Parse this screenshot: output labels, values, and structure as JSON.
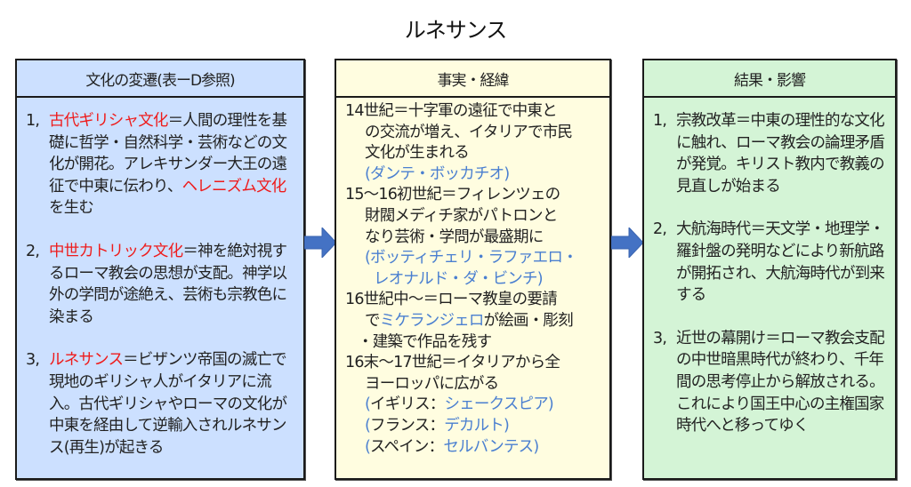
{
  "title": "ルネサンス",
  "colors": {
    "culture_bg": "#cce0ff",
    "facts_bg": "#fffde0",
    "results_bg": "#d4f4d6",
    "highlight_red": "#ee1c1c",
    "highlight_blue": "#4a7fd0",
    "arrow": "#4472c4"
  },
  "culture": {
    "header": "文化の変遷(表ーD参照)",
    "items": [
      {
        "num": "1,",
        "highlight": "古代ギリシャ文化",
        "text1": "＝人間の理性を基礎に哲学・自然科学・芸術などの文化が開花。アレキサンダー大王の遠征で中東に伝わり、",
        "highlight2": "ヘレニズム文化",
        "text2": "を生む"
      },
      {
        "num": "2,",
        "highlight": "中世カトリック文化",
        "text1": "＝神を絶対視するローマ教会の思想が支配。神学以外の学問が途絶え、芸術も宗教色に染まる"
      },
      {
        "num": "3,",
        "highlight": "ルネサンス",
        "text1": "＝ビザンツ帝国の滅亡で現地のギリシャ人がイタリアに流入。古代ギリシャやローマの文化が中東を経由して逆輸入されルネサンス(再生)が起きる"
      }
    ]
  },
  "facts": {
    "header": "事実・経緯",
    "entries": [
      {
        "lead": "14世紀＝十字軍の遠征で中東と",
        "lines": [
          "の交流が増え、イタリアで市民",
          "文化が生まれる"
        ],
        "blue_lines": [
          "(ダンテ・ボッカチオ)"
        ]
      },
      {
        "lead": "15〜16初世紀＝フィレンツェの",
        "lines": [
          "財閥メディチ家がパトロンと",
          "なり芸術・学問が最盛期に"
        ],
        "blue_lines": [
          "(ボッティチェリ・ラファエロ・",
          "レオナルド・ダ・ビンチ)"
        ]
      },
      {
        "lead": "16世紀中〜＝ローマ教皇の要請",
        "line_pre": "で",
        "line_blue": "ミケランジェロ",
        "line_post": "が絵画・彫刻",
        "lines": [
          "・建築で作品を残す"
        ]
      },
      {
        "lead": "16末〜17世紀＝イタリアから全",
        "lines": [
          "ヨーロッパに広がる"
        ],
        "countries": [
          {
            "country": "イギリス：",
            "person": "シェークスピア"
          },
          {
            "country": "フランス：",
            "person": "デカルト"
          },
          {
            "country": "スペイン：",
            "person": "セルバンテス"
          }
        ]
      }
    ]
  },
  "results": {
    "header": "結果・影響",
    "items": [
      {
        "num": "1,",
        "text": "宗教改革＝中東の理性的な文化に触れ、ローマ教会の論理矛盾が発覚。キリスト教内で教義の見直しが始まる"
      },
      {
        "num": "2,",
        "text": "大航海時代＝天文学・地理学・羅針盤の発明などにより新航路が開拓され、大航海時代が到来する"
      },
      {
        "num": "3,",
        "text": "近世の幕開け＝ローマ教会支配の中世暗黒時代が終わり、千年間の思考停止から解放される。これにより国王中心の主権国家時代へと移ってゆく"
      }
    ]
  }
}
